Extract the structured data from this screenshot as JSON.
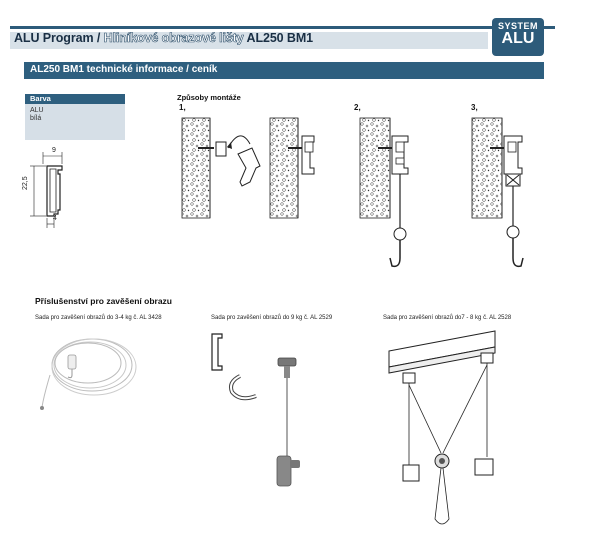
{
  "header": {
    "title_part1": "ALU Program / ",
    "title_part2": "Hliníkové obrazové lišty",
    "title_part3": " AL250 BM1",
    "logo_top": "SYSTEM",
    "logo_bottom": "ALU"
  },
  "subheader": {
    "title": "AL250 BM1 technické informace / ceník"
  },
  "barva": {
    "heading": "Barva",
    "items": [
      "ALU",
      "bílá"
    ]
  },
  "profile": {
    "dim_width": "9",
    "dim_height": "22,5",
    "dim_bottom": "4"
  },
  "montaz": {
    "heading": "Způsoby montáže",
    "steps": [
      "1,",
      "2,",
      "3,"
    ]
  },
  "accessories": {
    "heading": "Příslušenství pro zavěšení obrazu",
    "items": [
      "Sada pro zavěšení obrazů do 3-4 kg č. AL 3428",
      "Sada pro zavěšení obrazů do 9 kg č. AL 2529",
      "Sada pro zavěšení obrazů do7 - 8 kg č. AL 2528"
    ]
  },
  "colors": {
    "primary": "#2e5f7f",
    "band": "#d8e1e8",
    "barva_body": "#d6dfe7"
  }
}
